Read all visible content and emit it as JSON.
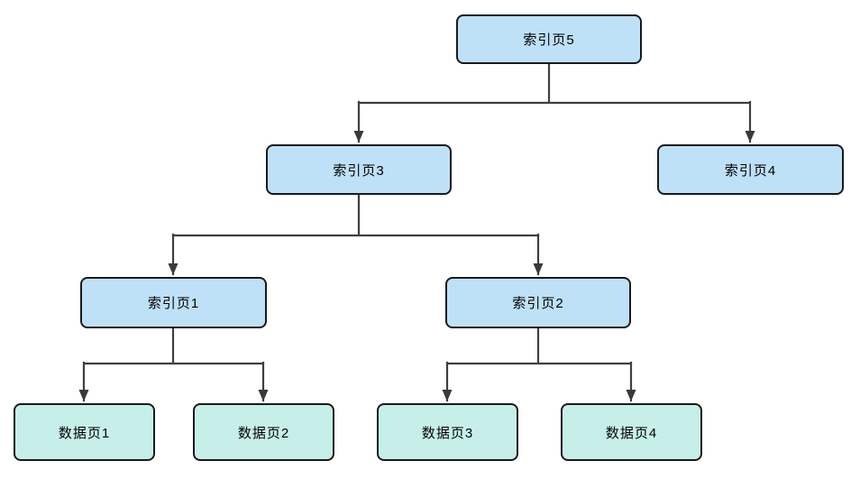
{
  "diagram": {
    "type": "tree",
    "colors": {
      "index_node_fill": "#bee1f7",
      "data_node_fill": "#c7efe9",
      "node_border": "#1a1a1a",
      "connector": "#3f3f3f",
      "text": "#000000",
      "background": "#ffffff"
    },
    "nodes": [
      {
        "id": "index5",
        "label": "索引页5",
        "kind": "index"
      },
      {
        "id": "index3",
        "label": "索引页3",
        "kind": "index"
      },
      {
        "id": "index4",
        "label": "索引页4",
        "kind": "index"
      },
      {
        "id": "index1",
        "label": "索引页1",
        "kind": "index"
      },
      {
        "id": "index2",
        "label": "索引页2",
        "kind": "index"
      },
      {
        "id": "data1",
        "label": "数据页1",
        "kind": "data"
      },
      {
        "id": "data2",
        "label": "数据页2",
        "kind": "data"
      },
      {
        "id": "data3",
        "label": "数据页3",
        "kind": "data"
      },
      {
        "id": "data4",
        "label": "数据页4",
        "kind": "data"
      }
    ],
    "edges": [
      {
        "from": "index5",
        "to": "index3"
      },
      {
        "from": "index5",
        "to": "index4"
      },
      {
        "from": "index3",
        "to": "index1"
      },
      {
        "from": "index3",
        "to": "index2"
      },
      {
        "from": "index1",
        "to": "data1"
      },
      {
        "from": "index1",
        "to": "data2"
      },
      {
        "from": "index2",
        "to": "data3"
      },
      {
        "from": "index2",
        "to": "data4"
      }
    ]
  }
}
